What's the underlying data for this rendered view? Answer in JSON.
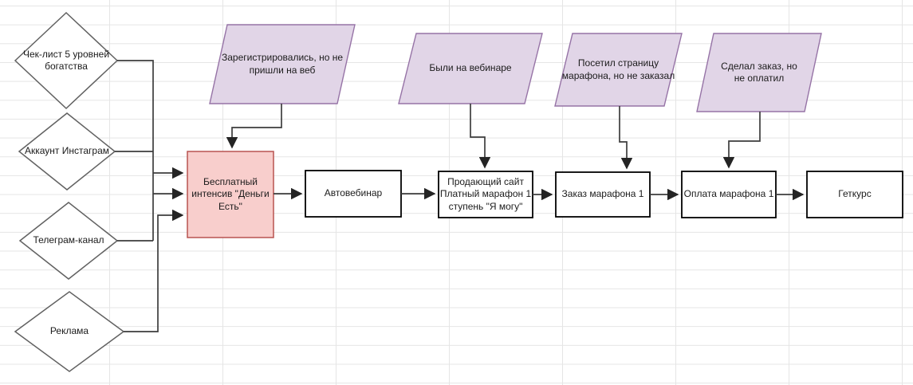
{
  "diagram": {
    "type": "marketing-funnel-flowchart",
    "colors": {
      "grid_line": "#e5e5e5",
      "diamond_border": "#616161",
      "data_fill": "#e1d5e7",
      "data_border": "#9673a6",
      "highlight_fill": "#f8cecc",
      "highlight_border": "#b85450",
      "process_border": "#000000",
      "connector": "#3d3d3d",
      "text": "#1b1b1b"
    },
    "source_nodes": [
      {
        "id": "checklist",
        "shape": "diamond",
        "label": "Чек-лист 5 уровней\nбогатства"
      },
      {
        "id": "instagram",
        "shape": "diamond",
        "label": "Аккаунт Инстаграм"
      },
      {
        "id": "telegram",
        "shape": "diamond",
        "label": "Телеграм-канал"
      },
      {
        "id": "ads",
        "shape": "diamond",
        "label": "Реклама"
      }
    ],
    "funnel_nodes": [
      {
        "id": "free-intensive",
        "shape": "rect-highlighted",
        "label": "Бесплатный\nинтенсив \"Деньги\nЕсть\""
      },
      {
        "id": "autowebinar",
        "shape": "rect",
        "label": "Автовебинар"
      },
      {
        "id": "sales-site",
        "shape": "rect",
        "label": "Продающий сайт\nПлатный марафон 1\nступень \"Я могу\""
      },
      {
        "id": "order",
        "shape": "rect",
        "label": "Заказ марафона 1"
      },
      {
        "id": "payment",
        "shape": "rect",
        "label": "Оплата марафона 1"
      },
      {
        "id": "getcourse",
        "shape": "rect",
        "label": "Геткурс"
      }
    ],
    "segment_nodes": [
      {
        "id": "registered-no-show",
        "shape": "parallelogram",
        "label": "Зарегистрировались, но не\nпришли на веб"
      },
      {
        "id": "attended-webinar",
        "shape": "parallelogram",
        "label": "Были на вебинаре"
      },
      {
        "id": "visited-not-ordered",
        "shape": "parallelogram",
        "label": "Посетил страницу\nмарафона, но не заказал"
      },
      {
        "id": "ordered-not-paid",
        "shape": "parallelogram",
        "label": "Сделал заказ, но\nне оплатил"
      }
    ]
  }
}
